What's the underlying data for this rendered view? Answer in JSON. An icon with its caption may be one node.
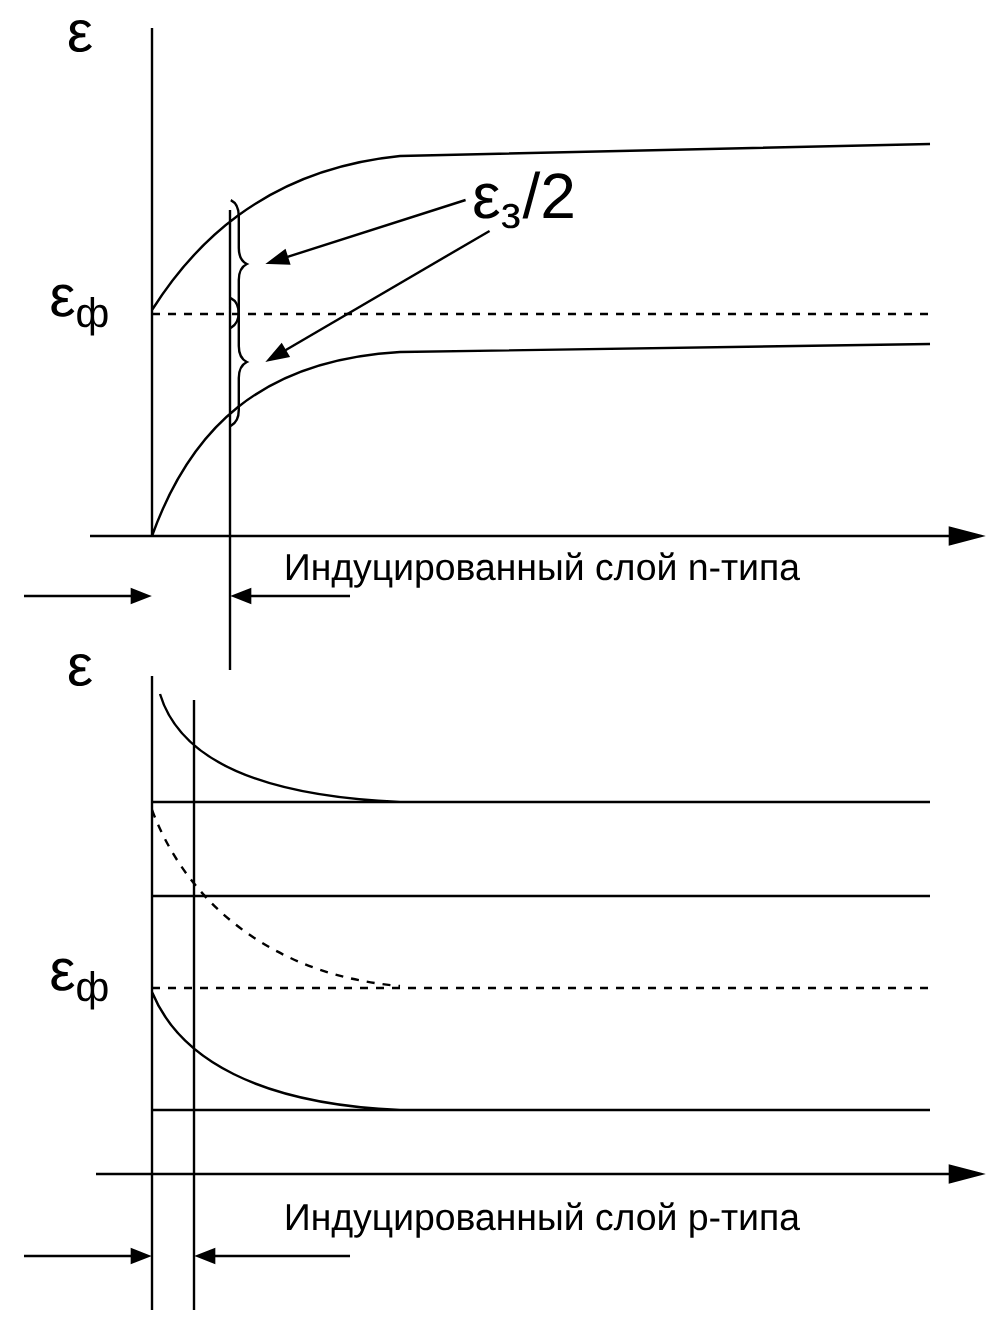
{
  "diagram": {
    "nodes": [
      {
        "text": [
          "ε$_{з}$/2"
        ]
      },
      {
        "text": [],
        "shape": "brace"
      },
      {
        "text": [],
        "shape": "brace"
      }
    ],
    "edges": [
      {
        "from": 0,
        "to": 1,
        "arrow": "to"
      },
      {
        "from": 0,
        "to": 2,
        "arrow": "to"
      }
    ],
    "labels": [
      "ε",
      "ε$_{ф}$",
      "Индуцированный слой n-типа",
      "ε",
      "ε$_{ф}$",
      "Индуцированный слой p-типа"
    ]
  }
}
